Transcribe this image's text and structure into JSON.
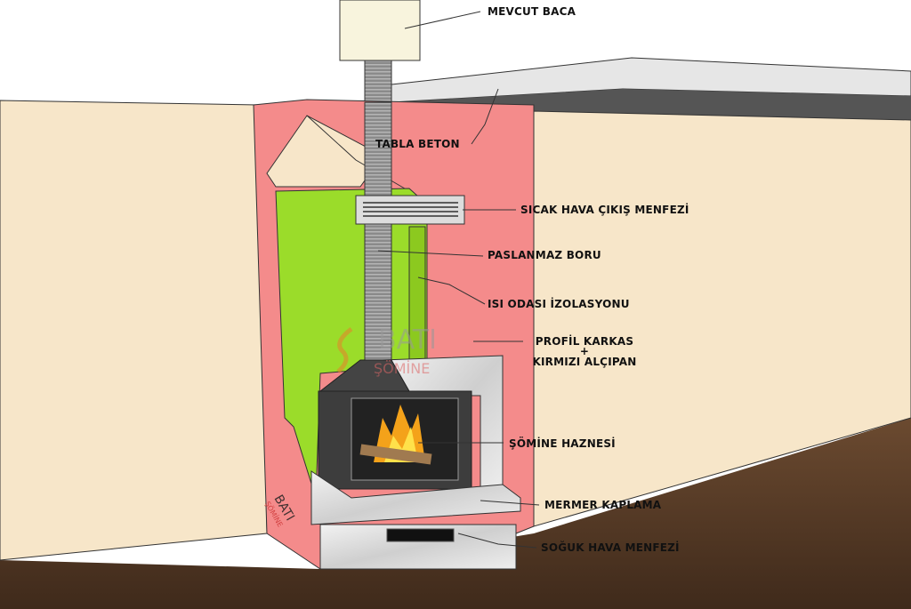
{
  "labels": {
    "chimney": "MEVCUT BACA",
    "slab": "TABLA BETON",
    "hot_vent": "SICAK HAVA ÇIKIŞ MENFEZİ",
    "pipe": "PASLANMAZ BORU",
    "insulation": "ISI ODASI İZOLASYONU",
    "frame_line1": "PROFİL KARKAS",
    "frame_plus": "+",
    "frame_line2": "KIRMIZI ALÇIPAN",
    "firebox": "ŞÖMİNE HAZNESİ",
    "marble": "MERMER KAPLAMA",
    "cold_vent": "SOĞUK HAVA MENFEZİ"
  },
  "watermark": {
    "brand": "BATI",
    "sub": "ŞÖMİNE"
  },
  "colors": {
    "wall": "#f7e6c9",
    "drywall": "#f48b8b",
    "insulation": "#9bdc2a",
    "floor": "#5a3f2a",
    "stove": "#3d3d3d"
  }
}
